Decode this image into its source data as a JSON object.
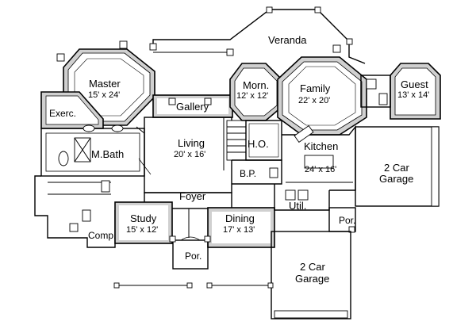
{
  "rooms": {
    "veranda": {
      "name": "Veranda"
    },
    "master": {
      "name": "Master",
      "dims": "15' x 24'"
    },
    "morn": {
      "name": "Morn.",
      "dims": "12' x 12'"
    },
    "family": {
      "name": "Family",
      "dims": "22' x 20'"
    },
    "guest": {
      "name": "Guest",
      "dims": "13' x 14'"
    },
    "exerc": {
      "name": "Exerc."
    },
    "gallery": {
      "name": "Gallery"
    },
    "living": {
      "name": "Living",
      "dims": "20' x 16'"
    },
    "mbath": {
      "name": "M.Bath"
    },
    "ho": {
      "name": "H.O."
    },
    "kitchen": {
      "name": "Kitchen",
      "dims": "24' x 16'"
    },
    "garage_right": {
      "name": "2 Car",
      "name2": "Garage"
    },
    "bp": {
      "name": "B.P."
    },
    "foyer": {
      "name": "Foyer"
    },
    "study": {
      "name": "Study",
      "dims": "15' x 12'"
    },
    "dining": {
      "name": "Dining",
      "dims": "17' x 13'"
    },
    "util": {
      "name": "Util."
    },
    "por_right": {
      "name": "Por."
    },
    "comp": {
      "name": "Comp."
    },
    "por_front": {
      "name": "Por."
    },
    "garage_bottom": {
      "name": "2 Car",
      "name2": "Garage"
    }
  }
}
